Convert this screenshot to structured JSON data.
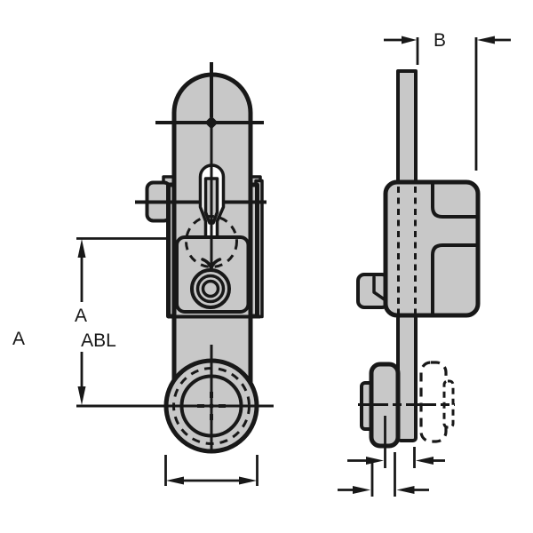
{
  "drawing": {
    "type": "technical-drawing-two-views",
    "labels": {
      "left_view": "A",
      "dim_vertical_primary": "A",
      "dim_vertical_secondary": "ABL",
      "dim_width": "B"
    },
    "colors": {
      "part_fill": "#c8c8c8",
      "line": "#181818",
      "background": "#ffffff"
    }
  }
}
